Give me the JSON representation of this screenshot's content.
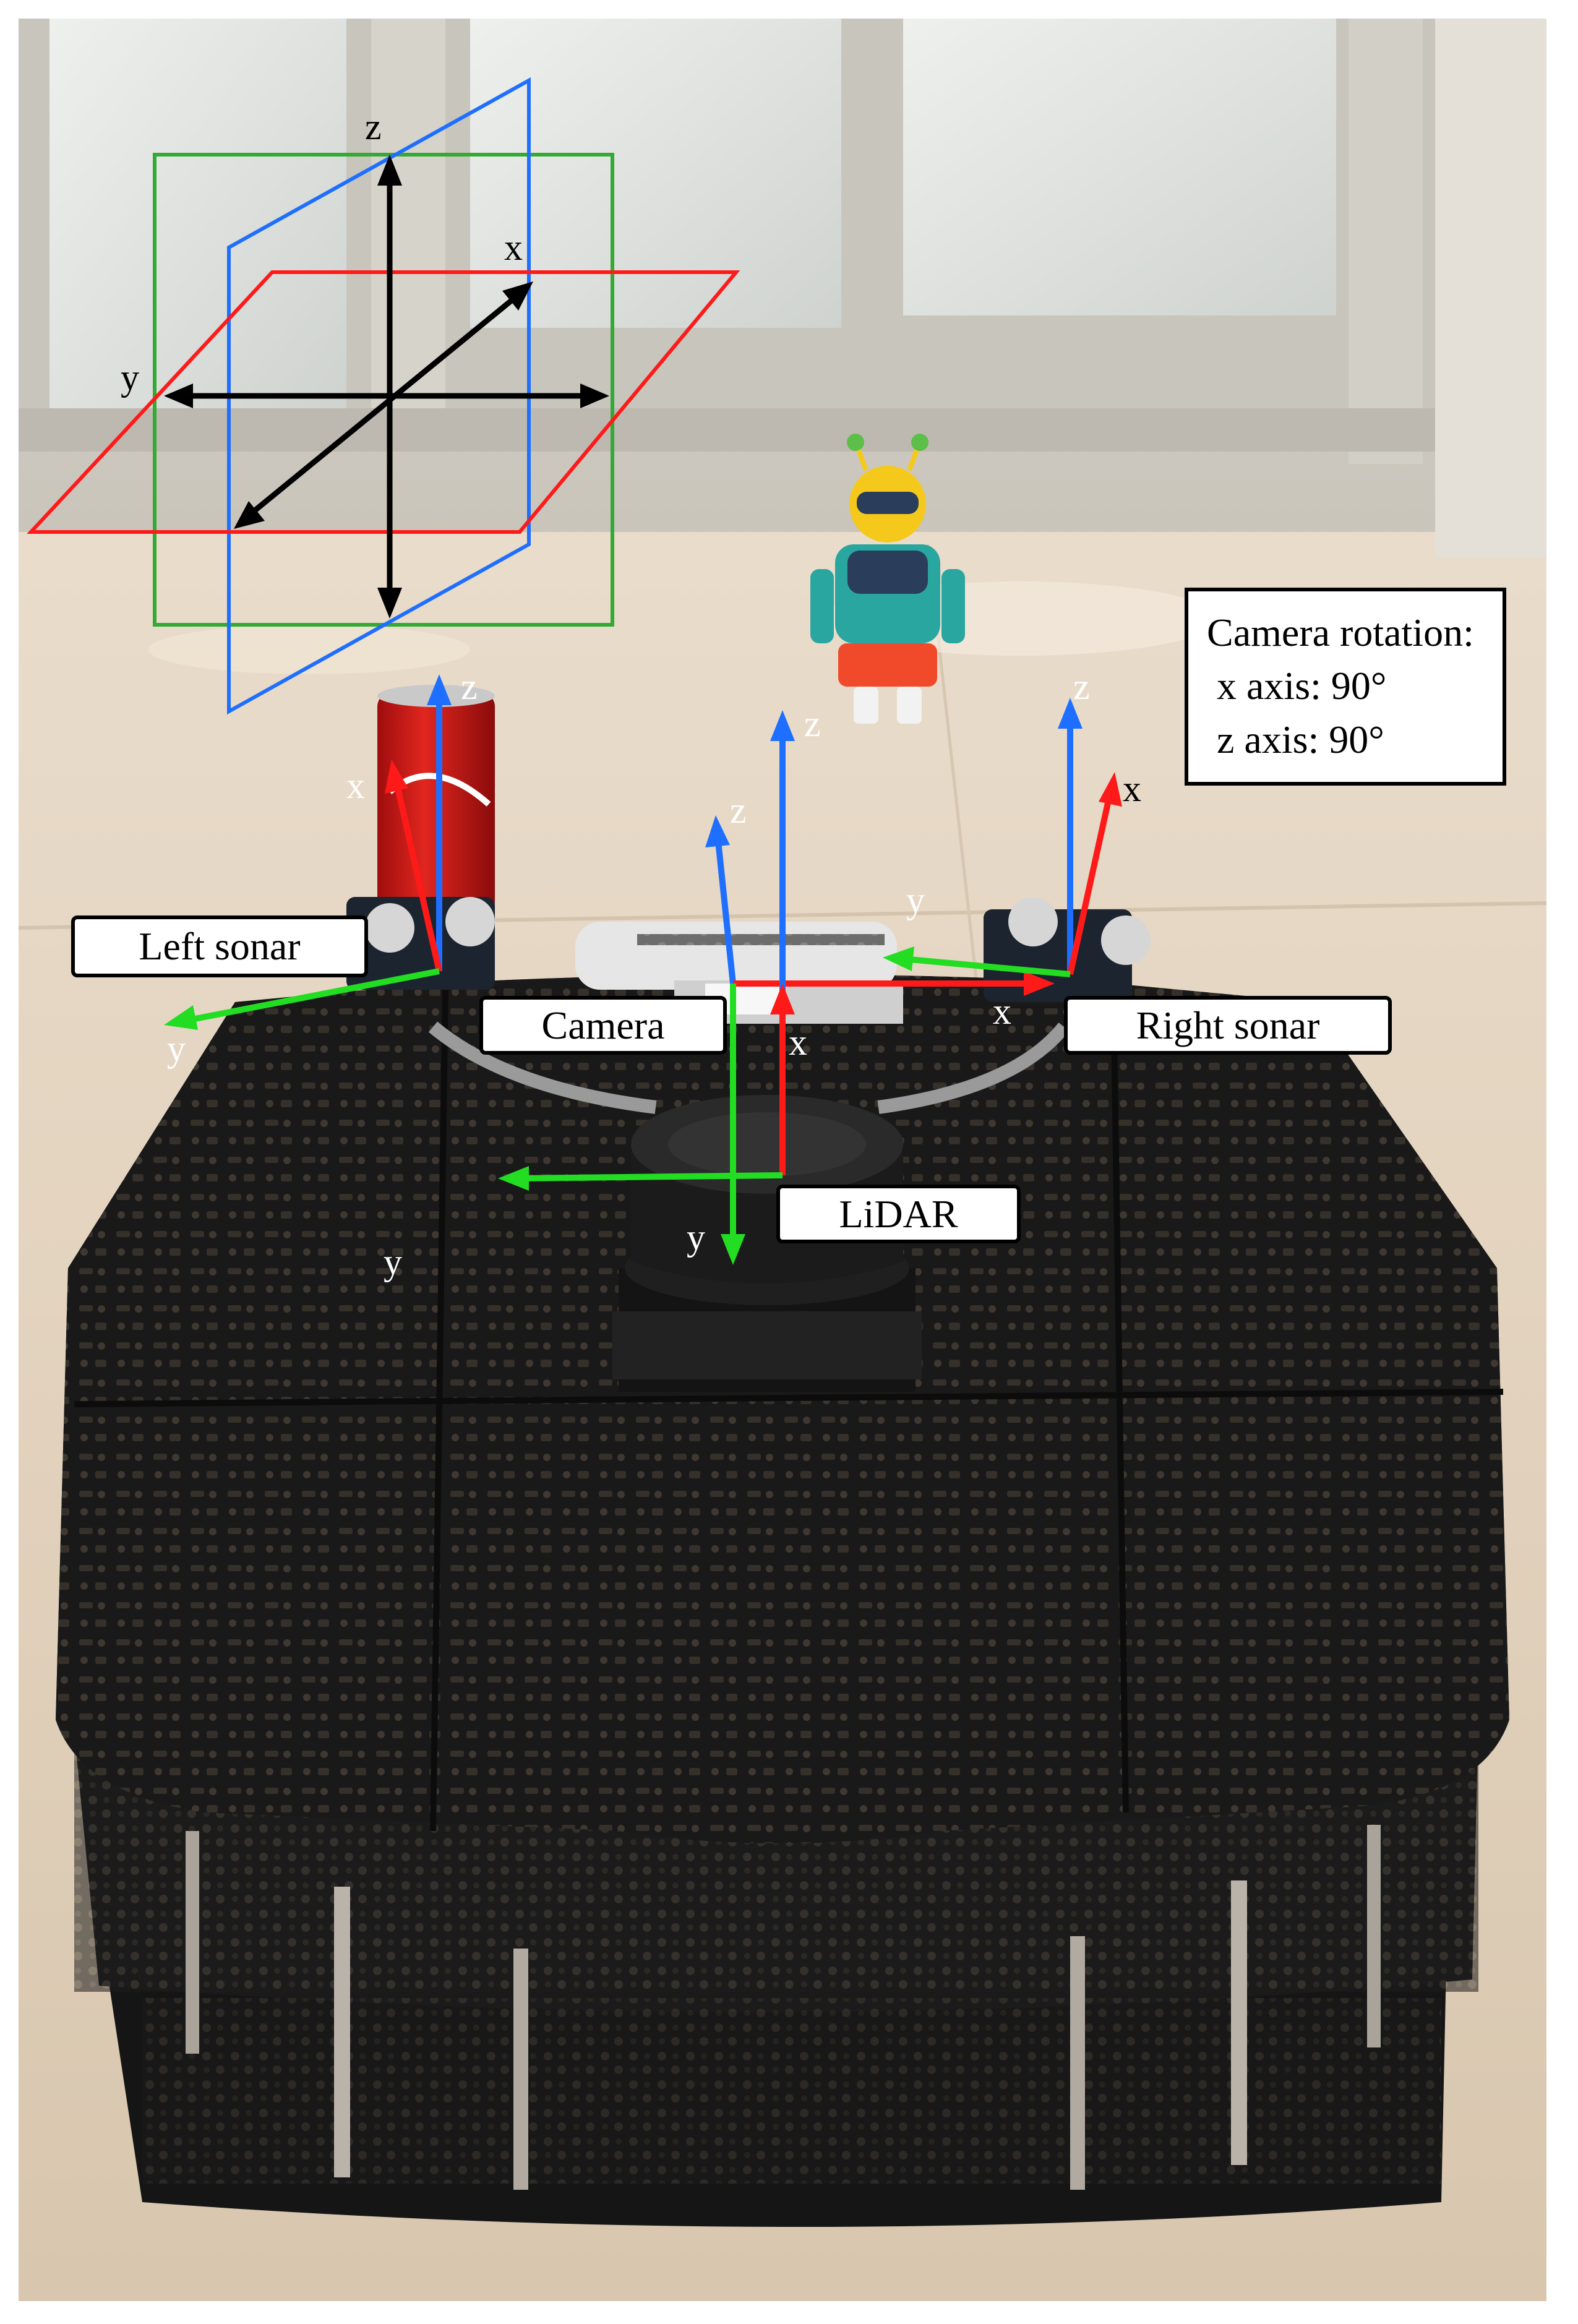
{
  "labels": {
    "left_sonar": "Left sonar",
    "camera": "Camera",
    "right_sonar": "Right sonar",
    "lidar": "LiDAR"
  },
  "rotation_note": {
    "title": "Camera rotation:",
    "x_axis": " x axis: 90°",
    "z_axis": " z axis: 90°"
  },
  "axis_letters": {
    "x": "x",
    "y": "y",
    "z": "z"
  },
  "axis_colors": {
    "x": "#ff1a1a",
    "y": "#22dd22",
    "z": "#1e6fff"
  },
  "plane_colors": {
    "xy_plane": "#ff1a1a",
    "xz_plane": "#1e6fff",
    "yz_plane": "#33aa33"
  }
}
